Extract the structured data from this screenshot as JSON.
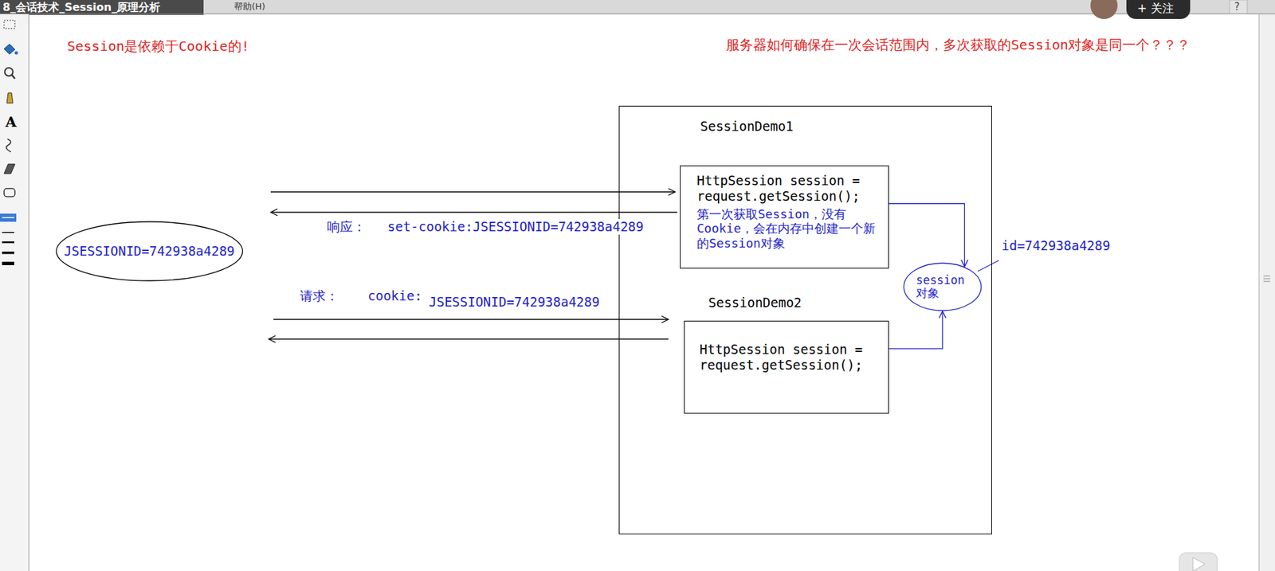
{
  "diagram": {
    "title": "8_会话技术_Session_原理分析",
    "nodes": [
      {
        "text": []
      },
      {
        "text": [
          "SessionDemo1",
          "HttpSession session = request.getSession();",
          "第一次获取Session，没有Cookie，会在内存中创建一个新的Session对象"
        ],
        "in": 0
      },
      {
        "text": [
          "session 对象"
        ],
        "in": 0
      },
      {
        "text": [
          "SessionDemo2",
          "HttpSession session = request.getSession();"
        ],
        "in": 0
      },
      {
        "text": [
          "JSESSIONID=742938a4289"
        ]
      }
    ],
    "edges": [
      {
        "from": 1,
        "to": 2,
        "arrow": "to"
      },
      {
        "from": 3,
        "to": 2,
        "arrow": "to"
      }
    ],
    "labels": [
      "帮助(H)",
      "+ 关注",
      "?",
      "A",
      "Session是依赖于Cookie的!",
      "服务器如何确保在一次会话范围内，多次获取的Session对象是同一个？？？",
      "响应：",
      "set-cookie:JSESSIONID=742938a4289",
      "id=742938a4289",
      "请求：",
      "cookie:",
      "JSESSIONID=742938a4289"
    ]
  }
}
